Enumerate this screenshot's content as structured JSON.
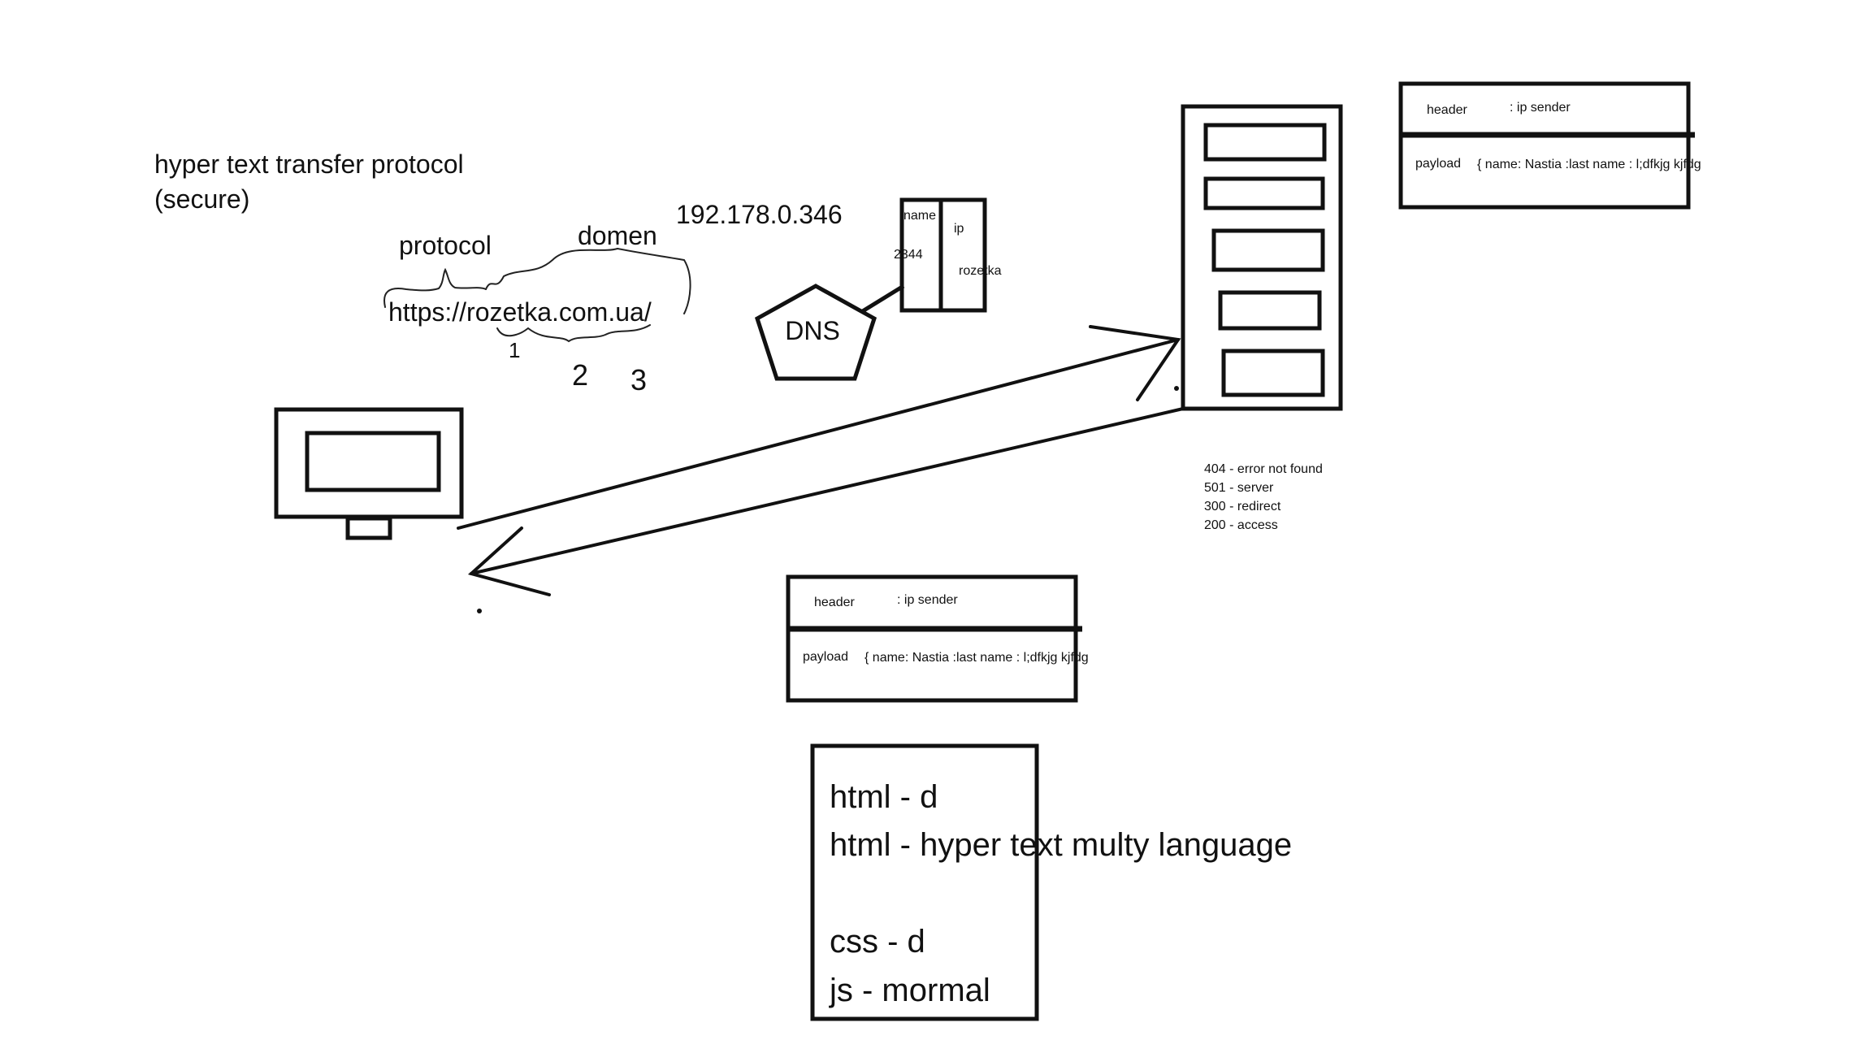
{
  "title_line1": "hyper text transfer protocol",
  "title_line2": "(secure)",
  "url_labels": {
    "protocol": "protocol",
    "domen": "domen",
    "url": "https://rozetka.com.ua/",
    "marks": [
      "1",
      "2",
      "3"
    ]
  },
  "ip_address": "192.178.0.346",
  "dns": {
    "label": "DNS",
    "table": {
      "col_name": "name",
      "col_ip": "ip",
      "ip_value": "2344",
      "name_value": "rozetka"
    }
  },
  "packet_top": {
    "header_label": "header",
    "header_value": ": ip sender",
    "payload_label": "payload",
    "payload_value": "{ name: Nastia :last name : l;dfkjg kjfdg"
  },
  "packet_bottom": {
    "header_label": "header",
    "header_value": ": ip sender",
    "payload_label": "payload",
    "payload_value": "{ name: Nastia :last name : l;dfkjg kjfdg"
  },
  "status_codes": [
    "404 - error not found",
    "501 - server",
    "300 - redirect",
    "200 - access"
  ],
  "notes": [
    "html - d",
    "html - hyper text multy language",
    "css - d",
    "js - mormal"
  ]
}
